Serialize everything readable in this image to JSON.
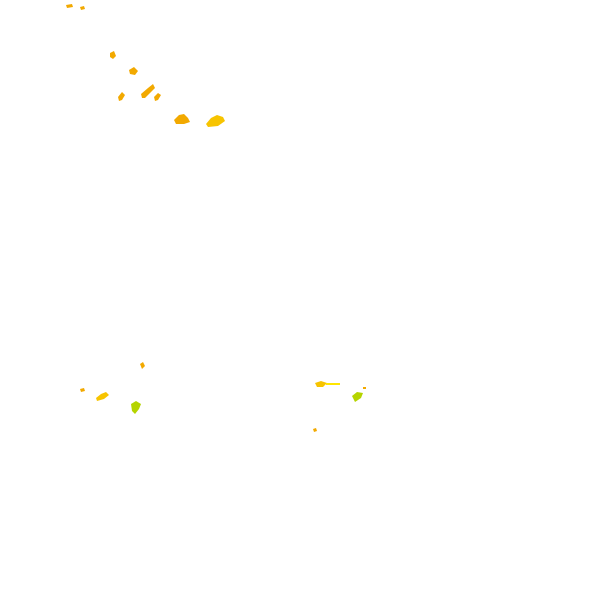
{
  "map": {
    "background_color": "#ffffff",
    "palette": {
      "orange": "#f2a900",
      "gold": "#f7c400",
      "yellow": "#ffe600",
      "yellow_green": "#b5d400"
    },
    "patches": [
      {
        "name": "patch-a1",
        "color": "orange"
      },
      {
        "name": "patch-a2",
        "color": "orange"
      },
      {
        "name": "patch-a3",
        "color": "orange"
      },
      {
        "name": "patch-a4",
        "color": "orange"
      },
      {
        "name": "patch-a5",
        "color": "orange"
      },
      {
        "name": "patch-a6",
        "color": "orange"
      },
      {
        "name": "patch-a7",
        "color": "orange"
      },
      {
        "name": "patch-a8",
        "color": "orange"
      },
      {
        "name": "patch-a9",
        "color": "gold"
      },
      {
        "name": "patch-b1",
        "color": "orange"
      },
      {
        "name": "patch-b2",
        "color": "orange"
      },
      {
        "name": "patch-b3",
        "color": "gold"
      },
      {
        "name": "patch-b4",
        "color": "yellow_green"
      },
      {
        "name": "patch-c1",
        "color": "gold"
      },
      {
        "name": "patch-c2",
        "color": "yellow"
      },
      {
        "name": "patch-c3",
        "color": "yellow_green"
      },
      {
        "name": "patch-c4",
        "color": "orange"
      },
      {
        "name": "patch-c5",
        "color": "orange"
      }
    ]
  }
}
